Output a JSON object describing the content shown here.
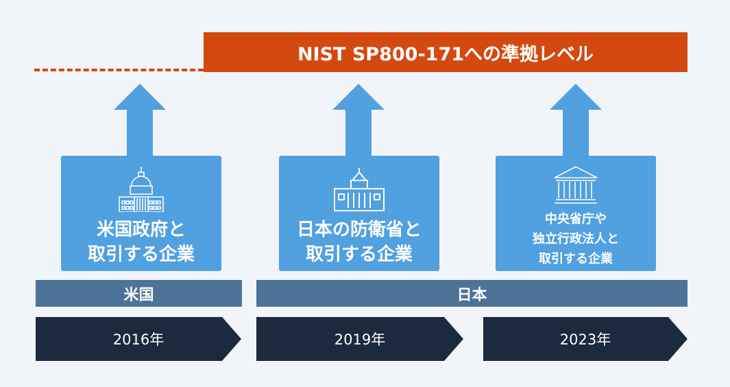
{
  "title": "NIST SP800-171への準拠レベル",
  "columns": [
    {
      "icon": "capitol-icon",
      "lines": [
        "米国政府と",
        "取引する企業"
      ]
    },
    {
      "icon": "diet-building-icon",
      "lines": [
        "日本の防衛省と",
        "取引する企業"
      ]
    },
    {
      "icon": "government-building-icon",
      "lines": [
        "中央省庁や",
        "独立行政法人と",
        "取引する企業"
      ]
    }
  ],
  "regions": [
    "米国",
    "日本"
  ],
  "years": [
    "2016年",
    "2019年",
    "2023年"
  ],
  "colors": {
    "accent": "#d3490f",
    "box": "#51a0df",
    "region": "#4e7398",
    "year": "#1b2a3c"
  }
}
